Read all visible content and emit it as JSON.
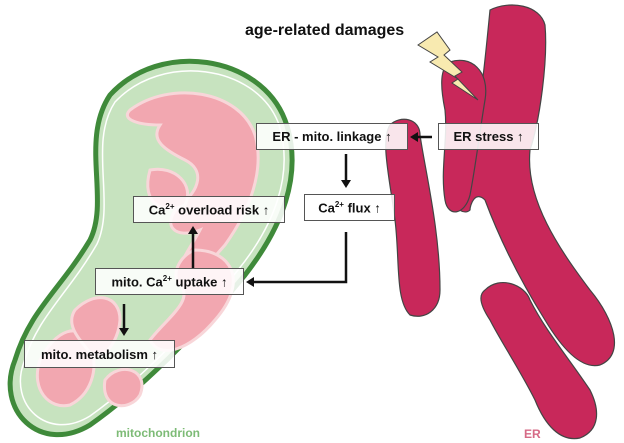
{
  "diagram": {
    "title": "age-related damages",
    "labels": {
      "mitochondrion": "mitochondrion",
      "er": "ER"
    },
    "boxes": {
      "er_stress": {
        "text": "ER stress ↑"
      },
      "er_mito_linkage": {
        "text": "ER - mito. linkage ↑"
      },
      "ca_flux": {
        "pre": "Ca",
        "sup": "2+",
        "post": " flux ↑"
      },
      "ca_overload": {
        "pre": "Ca",
        "sup": "2+",
        "post": " overload risk ↑"
      },
      "mito_ca_uptake": {
        "pre": "mito. Ca",
        "sup": "2+",
        "post": " uptake ↑"
      },
      "mito_metabolism": {
        "text": "mito. metabolism ↑"
      }
    },
    "colors": {
      "mito_outer": "#3f8a3a",
      "mito_fill": "#c7e3bf",
      "mito_cristae": "#f2a7b0",
      "er_fill": "#c8285a",
      "er_outline": "#f4d3d9",
      "label_mito": "#7dbb76",
      "label_er": "#d66a86",
      "lightning": "#f8eab0"
    }
  }
}
